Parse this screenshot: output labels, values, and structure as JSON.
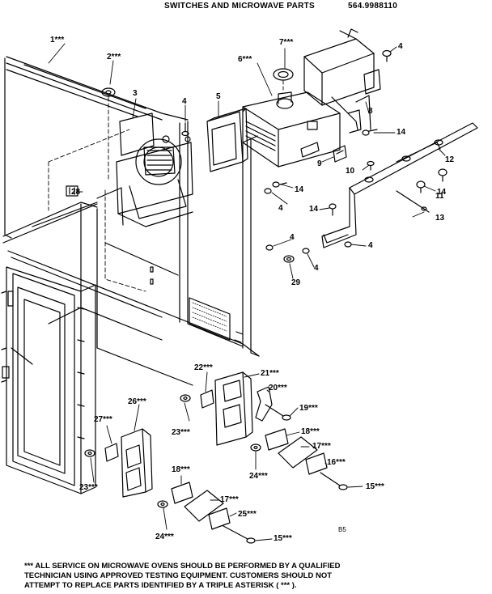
{
  "header": {
    "title": "SWITCHES AND MICROWAVE PARTS",
    "part_number": "564.9988110"
  },
  "callouts": [
    {
      "id": "c1",
      "text": "1***"
    },
    {
      "id": "c2",
      "text": "2***"
    },
    {
      "id": "c3",
      "text": "3"
    },
    {
      "id": "c4a",
      "text": "4"
    },
    {
      "id": "c5",
      "text": "5"
    },
    {
      "id": "c6",
      "text": "6***"
    },
    {
      "id": "c7",
      "text": "7***"
    },
    {
      "id": "c4b",
      "text": "4"
    },
    {
      "id": "c8",
      "text": "8"
    },
    {
      "id": "c14a",
      "text": "14"
    },
    {
      "id": "c12",
      "text": "12"
    },
    {
      "id": "c9",
      "text": "9"
    },
    {
      "id": "c10",
      "text": "10"
    },
    {
      "id": "c14b",
      "text": "14"
    },
    {
      "id": "c28",
      "text": "28"
    },
    {
      "id": "c14c",
      "text": "14"
    },
    {
      "id": "c11",
      "text": "11"
    },
    {
      "id": "c4c",
      "text": "4"
    },
    {
      "id": "c14d",
      "text": "14"
    },
    {
      "id": "c13",
      "text": "13"
    },
    {
      "id": "c4d",
      "text": "4"
    },
    {
      "id": "c4e",
      "text": "4"
    },
    {
      "id": "c4f",
      "text": "4"
    },
    {
      "id": "c29",
      "text": "29"
    },
    {
      "id": "c22",
      "text": "22***"
    },
    {
      "id": "c21",
      "text": "21***"
    },
    {
      "id": "c20",
      "text": "20***"
    },
    {
      "id": "c19",
      "text": "19***"
    },
    {
      "id": "c26",
      "text": "26***"
    },
    {
      "id": "c27",
      "text": "27***"
    },
    {
      "id": "c23a",
      "text": "23***"
    },
    {
      "id": "c18a",
      "text": "18***"
    },
    {
      "id": "c17a",
      "text": "17***"
    },
    {
      "id": "c24a",
      "text": "24***"
    },
    {
      "id": "c16",
      "text": "16***"
    },
    {
      "id": "c15a",
      "text": "15***"
    },
    {
      "id": "c23b",
      "text": "23***"
    },
    {
      "id": "c18b",
      "text": "18***"
    },
    {
      "id": "c17b",
      "text": "17***"
    },
    {
      "id": "c25",
      "text": "25***"
    },
    {
      "id": "c24b",
      "text": "24***"
    },
    {
      "id": "c15b",
      "text": "15***"
    }
  ],
  "page_code": "B5",
  "footer": {
    "note": "*** ALL SERVICE ON MICROWAVE OVENS SHOULD BE PERFORMED BY A QUALIFIED\n    TECHNICIAN USING APPROVED TESTING EQUIPMENT. CUSTOMERS SHOULD NOT\n    ATTEMPT TO REPLACE PARTS IDENTIFIED BY A TRIPLE ASTERISK ( *** )."
  }
}
